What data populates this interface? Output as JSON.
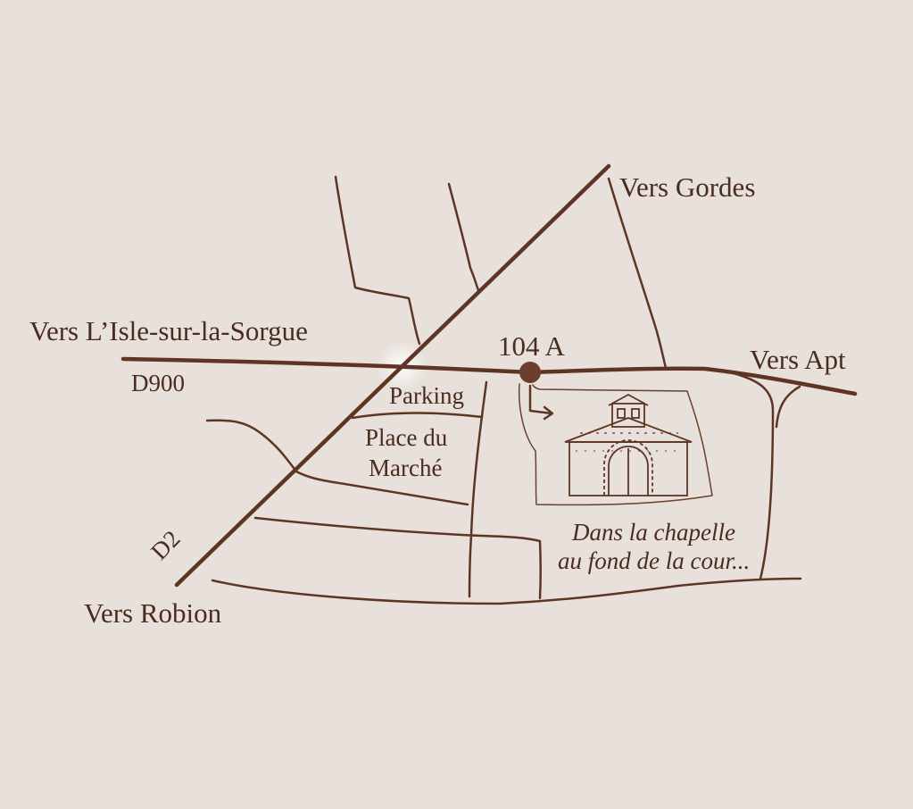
{
  "map": {
    "colors": {
      "background": "#e8e1db",
      "road": "#5e3524",
      "text": "#4a2c1e",
      "marker": "#6b3f2b"
    },
    "labels": {
      "vers_gordes": "Vers Gordes",
      "vers_isle": "Vers L’Isle-sur-la-Sorgue",
      "d900": "D900",
      "vers_apt": "Vers Apt",
      "number": "104 A",
      "parking": "Parking",
      "place_line1": "Place du",
      "place_line2": "Marché",
      "d2": "D2",
      "vers_robion": "Vers Robion",
      "note_line1": "Dans la chapelle",
      "note_line2": "au fond de la cour..."
    },
    "icons": {
      "marker": "location-dot-icon",
      "chapel": "chapel-icon",
      "arrow": "bent-arrow-icon"
    }
  }
}
